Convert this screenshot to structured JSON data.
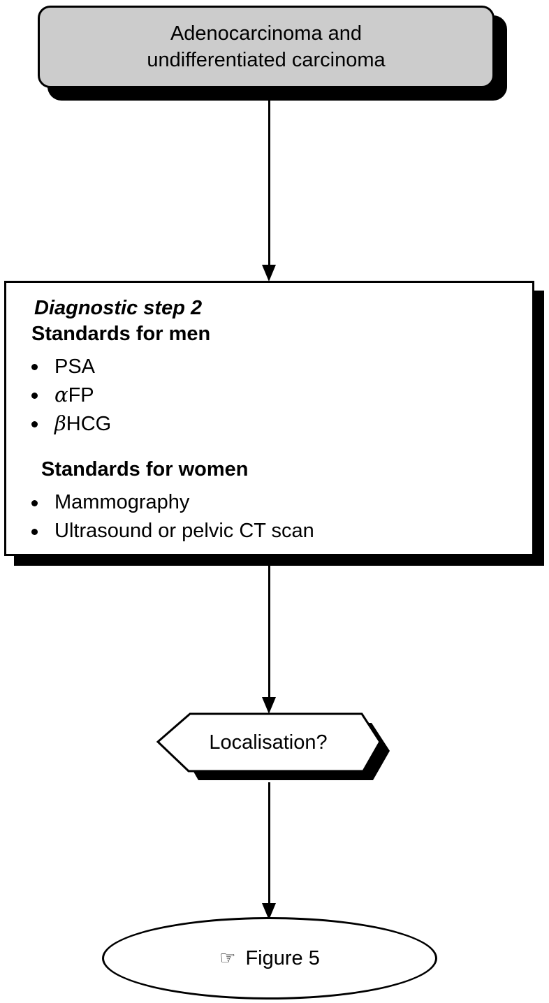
{
  "flowchart": {
    "top_box": {
      "line1": "Adenocarcinoma and",
      "line2": "undifferentiated carcinoma"
    },
    "diagnostic_box": {
      "title": "Diagnostic step 2",
      "men_heading": "Standards for men",
      "men_items": [
        {
          "prefix": "",
          "text": "PSA"
        },
        {
          "prefix": "α",
          "text": "FP"
        },
        {
          "prefix": "β",
          "text": "HCG"
        }
      ],
      "women_heading": "Standards for women",
      "women_items": [
        {
          "text": "Mammography"
        },
        {
          "text": "Ultrasound or pelvic CT scan"
        }
      ]
    },
    "decision": {
      "label": "Localisation?"
    },
    "terminator": {
      "icon": "pointing-hand-icon",
      "icon_glyph": "☞",
      "label": "Figure 5"
    }
  }
}
